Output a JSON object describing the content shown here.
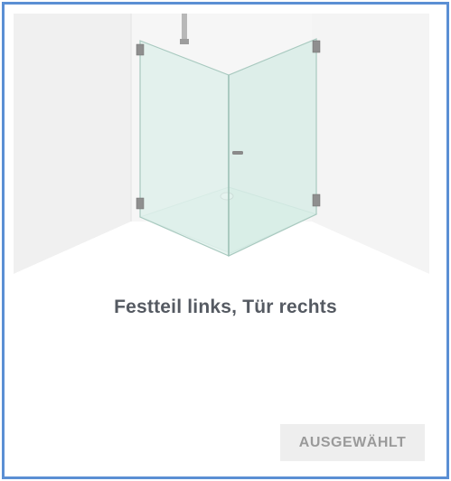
{
  "option_card": {
    "title": "Festteil links, Tür rechts",
    "select_button_label": "AUSGEWÄHLT",
    "image_icon": "corner-shower-illustration",
    "selected": true
  },
  "colors": {
    "card_border": "#5b8fd4",
    "title_text": "#555a62",
    "button_bg": "#eeeeee",
    "button_text": "#9a9a9a"
  }
}
